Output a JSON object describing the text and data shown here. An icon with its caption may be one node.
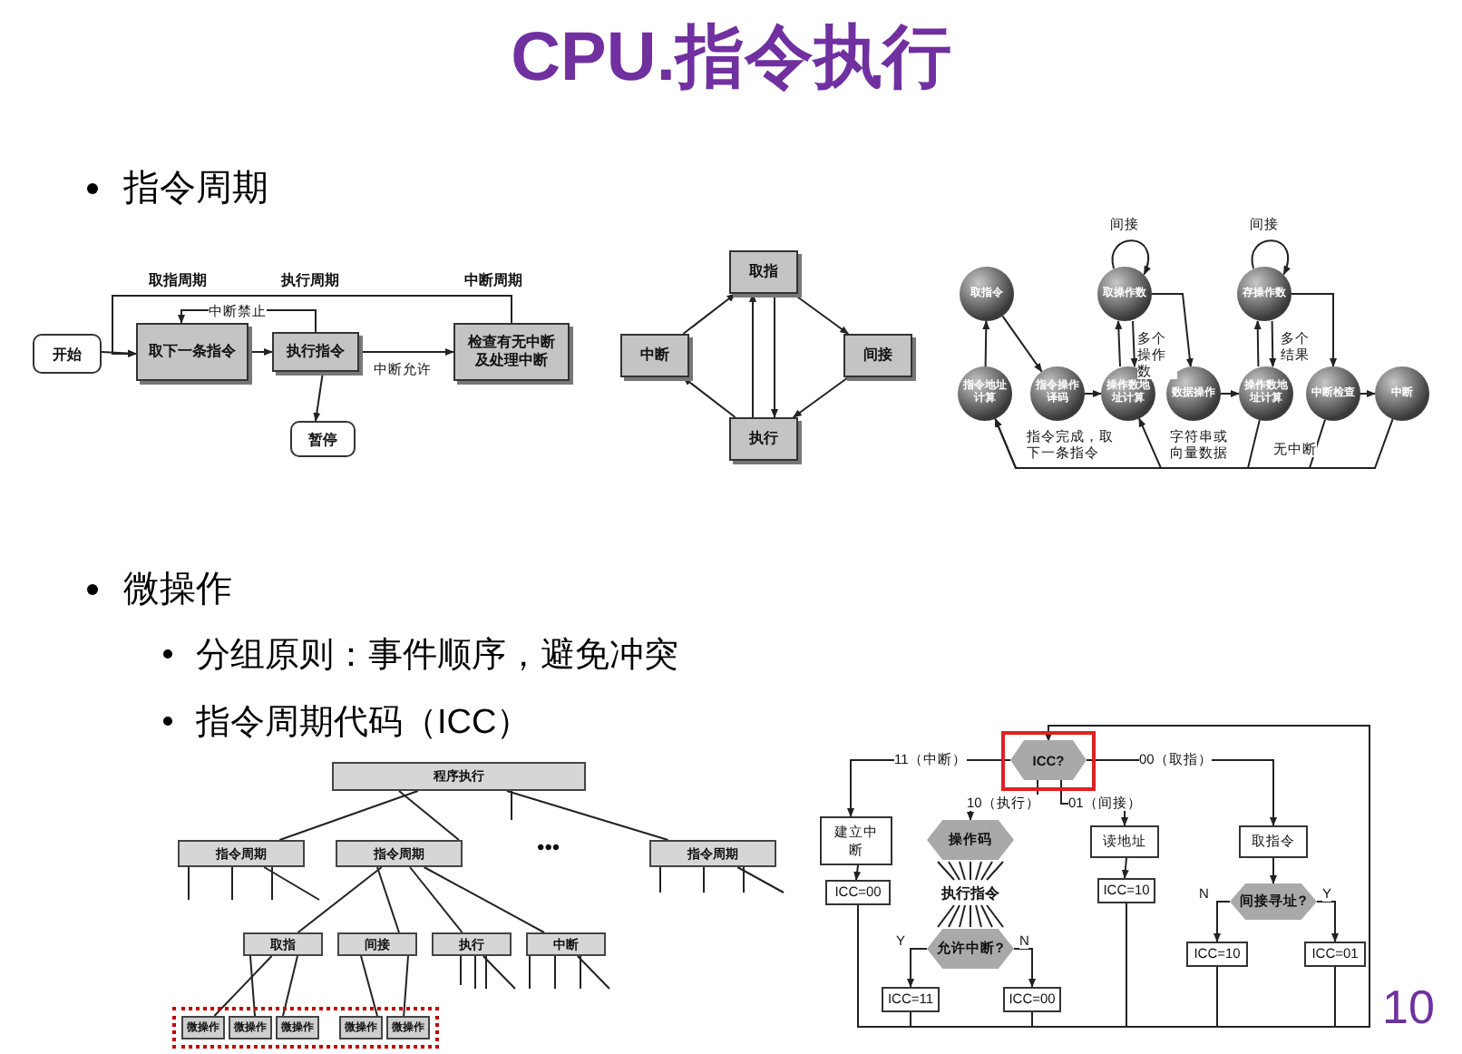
{
  "diagram": {
    "title": "CPU.指令执行",
    "nodes": [
      {
        "text": [
          "开始"
        ]
      },
      {
        "text": [
          "取下一条指令"
        ]
      },
      {
        "text": [
          "执行指令"
        ]
      },
      {
        "text": [
          "检查有无中断及处理中断"
        ]
      },
      {
        "text": [
          "暂停"
        ]
      },
      {
        "text": [
          "取指"
        ]
      },
      {
        "text": [
          "中断"
        ]
      },
      {
        "text": [
          "间接"
        ]
      },
      {
        "text": [
          "执行"
        ]
      },
      {
        "text": [
          "取指令"
        ]
      },
      {
        "text": [
          "取操作数"
        ]
      },
      {
        "text": [
          "存操作数"
        ]
      },
      {
        "text": [
          "指令地址计算"
        ]
      },
      {
        "text": [
          "指令操作译码"
        ]
      },
      {
        "text": [
          "操作数地址计算"
        ]
      },
      {
        "text": [
          "数据操作"
        ]
      },
      {
        "text": [
          "操作数地址计算"
        ]
      },
      {
        "text": [
          "中断检查"
        ]
      },
      {
        "text": [
          "中断"
        ]
      },
      {
        "text": [
          "程序执行"
        ]
      },
      {
        "text": [
          "指令周期"
        ]
      },
      {
        "text": [
          "指令周期"
        ]
      },
      {
        "text": [
          "指令周期"
        ]
      },
      {
        "text": [
          "取指"
        ]
      },
      {
        "text": [
          "间接"
        ]
      },
      {
        "text": [
          "执行"
        ]
      },
      {
        "text": [
          "中断"
        ]
      },
      {
        "text": [],
        "shape": "box"
      },
      {
        "text": [
          "微操作"
        ],
        "in": 27
      },
      {
        "text": [
          "微操作"
        ],
        "in": 27
      },
      {
        "text": [
          "微操作"
        ],
        "in": 27
      },
      {
        "text": [
          "微操作"
        ],
        "in": 27
      },
      {
        "text": [
          "微操作"
        ],
        "in": 27
      },
      {
        "text": [
          "ICC?"
        ]
      },
      {
        "text": [
          "建立中断"
        ]
      },
      {
        "text": [
          "ICC=00"
        ]
      },
      {
        "text": [
          "操作码"
        ]
      },
      {
        "text": [
          "执行指令"
        ]
      },
      {
        "text": [
          "允许中断?"
        ]
      },
      {
        "text": [
          "ICC=11"
        ]
      },
      {
        "text": [
          "ICC=00"
        ]
      },
      {
        "text": [
          "读地址"
        ]
      },
      {
        "text": [
          "ICC=10"
        ]
      },
      {
        "text": [
          "取指令"
        ]
      },
      {
        "text": [
          "间接寻址?"
        ]
      },
      {
        "text": [
          "ICC=10"
        ]
      },
      {
        "text": [
          "ICC=01"
        ]
      }
    ],
    "edges": [
      {
        "from": 0,
        "to": 1,
        "arrow": "to"
      },
      {
        "from": 1,
        "to": 2,
        "arrow": "to"
      },
      {
        "from": 2,
        "to": 3,
        "arrow": "to",
        "label": "中断允许"
      },
      {
        "from": 2,
        "to": 4,
        "arrow": "to"
      },
      {
        "from": 2,
        "to": 1,
        "arrow": "to",
        "label": "中断禁止"
      },
      {
        "from": 3,
        "to": 1,
        "arrow": "to"
      },
      {
        "from": 6,
        "to": 5,
        "arrow": "to"
      },
      {
        "from": 5,
        "to": 7,
        "arrow": "to"
      },
      {
        "from": 7,
        "to": 8,
        "arrow": "to"
      },
      {
        "from": 8,
        "to": 6,
        "arrow": "to"
      },
      {
        "from": 8,
        "to": 5,
        "arrow": "to"
      },
      {
        "from": 5,
        "to": 8,
        "arrow": "to"
      },
      {
        "from": 12,
        "to": 9,
        "arrow": "to"
      },
      {
        "from": 9,
        "to": 13,
        "arrow": "to"
      },
      {
        "from": 13,
        "to": 14,
        "arrow": "to"
      },
      {
        "from": 14,
        "to": 10,
        "arrow": "to"
      },
      {
        "from": 10,
        "to": 14,
        "arrow": "to",
        "label": "多个操作数"
      },
      {
        "from": 10,
        "to": 10,
        "arrow": "to",
        "label": "间接"
      },
      {
        "from": 10,
        "to": 15,
        "arrow": "to"
      },
      {
        "from": 15,
        "to": 16,
        "arrow": "to"
      },
      {
        "from": 16,
        "to": 11,
        "arrow": "to"
      },
      {
        "from": 11,
        "to": 16,
        "arrow": "to",
        "label": "多个结果"
      },
      {
        "from": 11,
        "to": 11,
        "arrow": "to",
        "label": "间接"
      },
      {
        "from": 11,
        "to": 17,
        "arrow": "to"
      },
      {
        "from": 17,
        "to": 18,
        "arrow": "to"
      },
      {
        "from": 17,
        "to": 12,
        "arrow": "to",
        "label": "无中断"
      },
      {
        "from": 18,
        "to": 12,
        "arrow": "to"
      },
      {
        "from": 16,
        "to": 14,
        "arrow": "to"
      },
      {
        "from": 19,
        "to": 20,
        "arrow": "none"
      },
      {
        "from": 19,
        "to": 21,
        "arrow": "none"
      },
      {
        "from": 19,
        "to": 22,
        "arrow": "none"
      },
      {
        "from": 19,
        "to": null,
        "arrow": "none"
      },
      {
        "from": 20,
        "to": null,
        "arrow": "none"
      },
      {
        "from": 20,
        "to": null,
        "arrow": "none"
      },
      {
        "from": 20,
        "to": null,
        "arrow": "none"
      },
      {
        "from": 20,
        "to": null,
        "arrow": "none"
      },
      {
        "from": 22,
        "to": null,
        "arrow": "none"
      },
      {
        "from": 22,
        "to": null,
        "arrow": "none"
      },
      {
        "from": 22,
        "to": null,
        "arrow": "none"
      },
      {
        "from": 22,
        "to": null,
        "arrow": "none"
      },
      {
        "from": 21,
        "to": 23,
        "arrow": "none"
      },
      {
        "from": 21,
        "to": 24,
        "arrow": "none"
      },
      {
        "from": 21,
        "to": 25,
        "arrow": "none"
      },
      {
        "from": 21,
        "to": 26,
        "arrow": "none"
      },
      {
        "from": 25,
        "to": null,
        "arrow": "none"
      },
      {
        "from": 25,
        "to": null,
        "arrow": "none"
      },
      {
        "from": 25,
        "to": null,
        "arrow": "none"
      },
      {
        "from": 25,
        "to": null,
        "arrow": "none"
      },
      {
        "from": 26,
        "to": null,
        "arrow": "none"
      },
      {
        "from": 26,
        "to": null,
        "arrow": "none"
      },
      {
        "from": 26,
        "to": null,
        "arrow": "none"
      },
      {
        "from": 26,
        "to": null,
        "arrow": "none"
      },
      {
        "from": 23,
        "to": 28,
        "arrow": "none"
      },
      {
        "from": 23,
        "to": 29,
        "arrow": "none"
      },
      {
        "from": 23,
        "to": 30,
        "arrow": "none"
      },
      {
        "from": 24,
        "to": 31,
        "arrow": "none"
      },
      {
        "from": 24,
        "to": 32,
        "arrow": "none"
      },
      {
        "from": 33,
        "to": 34,
        "arrow": "to",
        "label": "11（中断）"
      },
      {
        "from": 33,
        "to": 36,
        "arrow": "to",
        "label": "10（执行）"
      },
      {
        "from": 33,
        "to": 41,
        "arrow": "to",
        "label": "01（间接）"
      },
      {
        "from": 33,
        "to": 43,
        "arrow": "to",
        "label": "00（取指）"
      },
      {
        "from": 34,
        "to": 35,
        "arrow": "to"
      },
      {
        "from": 38,
        "to": 39,
        "arrow": "to",
        "label": "Y"
      },
      {
        "from": 38,
        "to": 40,
        "arrow": "to",
        "label": "N"
      },
      {
        "from": 41,
        "to": 42,
        "arrow": "to"
      },
      {
        "from": 43,
        "to": 44,
        "arrow": "to"
      },
      {
        "from": 44,
        "to": 45,
        "arrow": "to",
        "label": "N"
      },
      {
        "from": 44,
        "to": 46,
        "arrow": "to",
        "label": "Y"
      },
      {
        "from": 35,
        "to": 33,
        "arrow": "to"
      },
      {
        "from": 39,
        "to": 33,
        "arrow": "to"
      },
      {
        "from": 40,
        "to": 33,
        "arrow": "to"
      },
      {
        "from": 42,
        "to": 33,
        "arrow": "to"
      },
      {
        "from": 45,
        "to": 33,
        "arrow": "to"
      },
      {
        "from": 46,
        "to": 33,
        "arrow": "to"
      },
      {
        "from": 36,
        "to": 37,
        "arrow": "none"
      },
      {
        "from": 37,
        "to": 38,
        "arrow": "none"
      }
    ],
    "labels": [
      "指令周期",
      "微操作",
      "分组原则：事件顺序，避免冲突",
      "指令周期代码（ICC）",
      "取指周期",
      "执行周期",
      "中断周期",
      "指令完成，取下一条指令",
      "字符串或向量数据",
      "•••",
      "10"
    ]
  }
}
